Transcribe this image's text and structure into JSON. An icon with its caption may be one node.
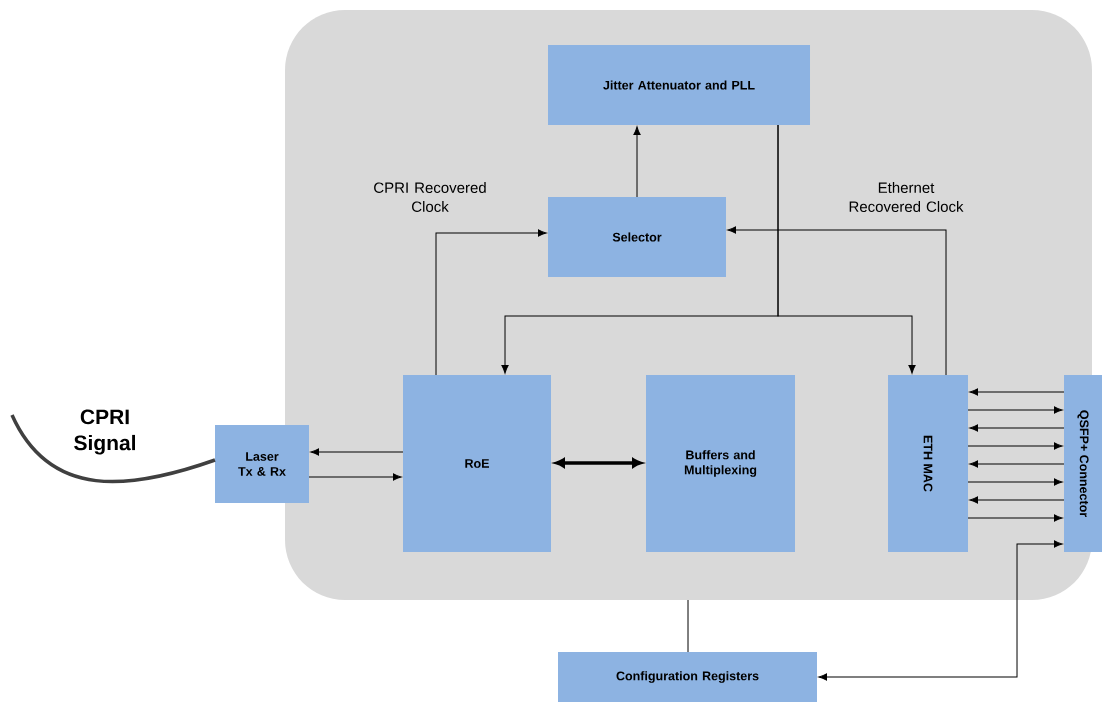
{
  "diagram": {
    "nodes": [
      {
        "text": [],
        "shape": "box"
      },
      {
        "text": [
          "Jitter Attenuator and PLL"
        ],
        "in": 0
      },
      {
        "text": [
          "Selector"
        ],
        "in": 0
      },
      {
        "text": [
          "RoE"
        ],
        "in": 0
      },
      {
        "text": [
          "Buffers and Multiplexing"
        ],
        "in": 0
      },
      {
        "text": [
          "ETH MAC"
        ],
        "in": 0
      },
      {
        "text": [
          "Laser Tx & Rx"
        ]
      },
      {
        "text": [
          "QSFP+ Connector"
        ]
      },
      {
        "text": [
          "Configuration Registers"
        ]
      }
    ],
    "edges": [
      {
        "from": 2,
        "to": 1,
        "arrow": "to"
      },
      {
        "from": 1,
        "to": 3,
        "arrow": "to"
      },
      {
        "from": 1,
        "to": 5,
        "arrow": "to"
      },
      {
        "from": 3,
        "to": 2,
        "arrow": "to",
        "label": "CPRI Recovered Clock"
      },
      {
        "from": 5,
        "to": 2,
        "arrow": "to",
        "label": "Ethernet Recovered Clock"
      },
      {
        "from": 3,
        "to": 6,
        "arrow": "to"
      },
      {
        "from": 6,
        "to": 3,
        "arrow": "to"
      },
      {
        "from": 3,
        "to": 4,
        "arrow": "both",
        "style": "thick"
      },
      {
        "from": 7,
        "to": 5,
        "arrow": "to"
      },
      {
        "from": 5,
        "to": 7,
        "arrow": "to"
      },
      {
        "from": 7,
        "to": 5,
        "arrow": "to"
      },
      {
        "from": 5,
        "to": 7,
        "arrow": "to"
      },
      {
        "from": 7,
        "to": 5,
        "arrow": "to"
      },
      {
        "from": 5,
        "to": 7,
        "arrow": "to"
      },
      {
        "from": 7,
        "to": 5,
        "arrow": "to"
      },
      {
        "from": 5,
        "to": 7,
        "arrow": "to"
      },
      {
        "from": 8,
        "to": 7,
        "arrow": "both"
      },
      {
        "from": 8,
        "to": 0,
        "arrow": "none"
      },
      {
        "from": null,
        "to": 6,
        "arrow": "none",
        "style": "thick",
        "color": "#404040"
      }
    ],
    "labels": [
      "CPRI Signal"
    ]
  }
}
